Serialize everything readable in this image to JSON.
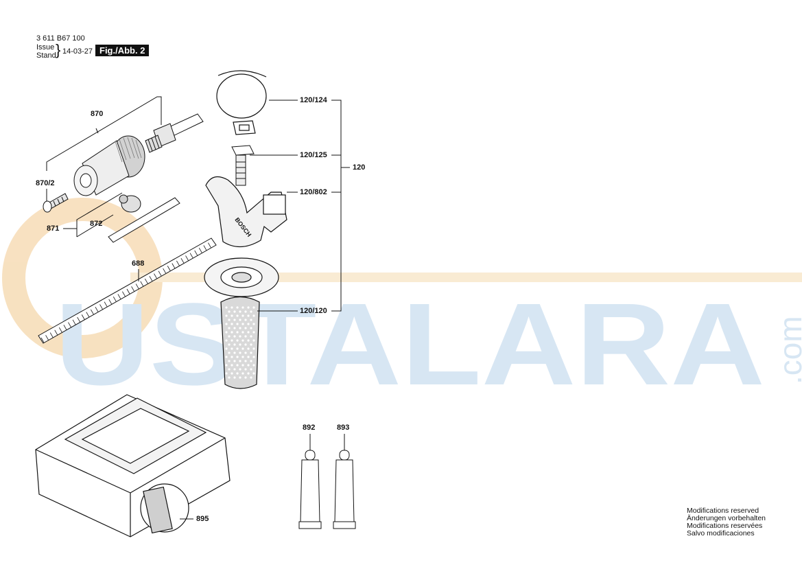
{
  "header": {
    "part_number": "3 611 B67 100",
    "issue_label": "Issue",
    "stand_label": "Stand",
    "date": "14-03-27",
    "figure_label": "Fig./Abb. 2"
  },
  "watermark": {
    "text": "USTALARA",
    "suffix": ".com"
  },
  "callouts": {
    "c870": "870",
    "c870_2": "870/2",
    "c871": "871",
    "c872": "872",
    "c688": "688",
    "c120_124": "120/124",
    "c120_125": "120/125",
    "c120_802": "120/802",
    "c120_120": "120/120",
    "c120": "120",
    "c892": "892",
    "c893": "893",
    "c895": "895"
  },
  "handle_brand": "BOSCH",
  "modifications": [
    "Modifications reserved",
    "Änderungen vorbehalten",
    "Modifications reservées",
    "Salvo modificaciones"
  ]
}
